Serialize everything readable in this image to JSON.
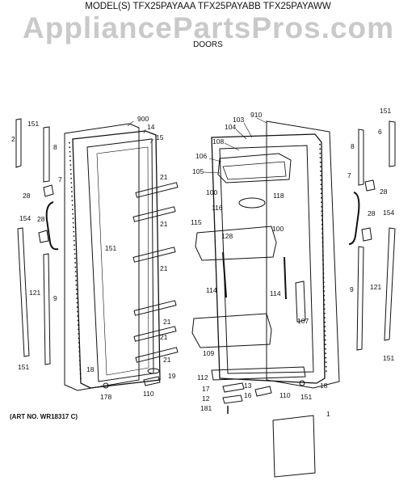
{
  "header": {
    "watermark": "AppliancePartsPros.com",
    "model_line": "MODEL(S) TFX25PAYAAA  TFX25PAYABB  TFX25PAYAWW",
    "subtitle": "DOORS"
  },
  "footer": {
    "art_number": "(ART NO. WR18317 C)"
  },
  "callouts": [
    {
      "id": "c-2",
      "text": "2"
    },
    {
      "id": "c-151a",
      "text": "151"
    },
    {
      "id": "c-8a",
      "text": "8"
    },
    {
      "id": "c-900",
      "text": "900"
    },
    {
      "id": "c-14",
      "text": "14"
    },
    {
      "id": "c-15",
      "text": "15"
    },
    {
      "id": "c-7a",
      "text": "7"
    },
    {
      "id": "c-28a",
      "text": "28"
    },
    {
      "id": "c-21a",
      "text": "21"
    },
    {
      "id": "c-21b",
      "text": "21"
    },
    {
      "id": "c-154a",
      "text": "154"
    },
    {
      "id": "c-28b",
      "text": "28"
    },
    {
      "id": "c-151b",
      "text": "151"
    },
    {
      "id": "c-21c",
      "text": "21"
    },
    {
      "id": "c-121a",
      "text": "121"
    },
    {
      "id": "c-9a",
      "text": "9"
    },
    {
      "id": "c-21d",
      "text": "21"
    },
    {
      "id": "c-21e",
      "text": "21"
    },
    {
      "id": "c-21f",
      "text": "21"
    },
    {
      "id": "c-151c",
      "text": "151"
    },
    {
      "id": "c-18a",
      "text": "18"
    },
    {
      "id": "c-19",
      "text": "19"
    },
    {
      "id": "c-178",
      "text": "178"
    },
    {
      "id": "c-110a",
      "text": "110"
    },
    {
      "id": "c-103",
      "text": "103"
    },
    {
      "id": "c-910",
      "text": "910"
    },
    {
      "id": "c-104",
      "text": "104"
    },
    {
      "id": "c-108",
      "text": "108"
    },
    {
      "id": "c-106",
      "text": "106"
    },
    {
      "id": "c-105",
      "text": "105"
    },
    {
      "id": "c-100a",
      "text": "100"
    },
    {
      "id": "c-116",
      "text": "116"
    },
    {
      "id": "c-118",
      "text": "118"
    },
    {
      "id": "c-115",
      "text": "115"
    },
    {
      "id": "c-128",
      "text": "128"
    },
    {
      "id": "c-100b",
      "text": "100"
    },
    {
      "id": "c-114a",
      "text": "114"
    },
    {
      "id": "c-114b",
      "text": "114"
    },
    {
      "id": "c-107",
      "text": "107"
    },
    {
      "id": "c-109",
      "text": "109"
    },
    {
      "id": "c-112",
      "text": "112"
    },
    {
      "id": "c-17",
      "text": "17"
    },
    {
      "id": "c-13",
      "text": "13"
    },
    {
      "id": "c-12",
      "text": "12"
    },
    {
      "id": "c-16",
      "text": "16"
    },
    {
      "id": "c-110b",
      "text": "110"
    },
    {
      "id": "c-18b",
      "text": "18"
    },
    {
      "id": "c-151d",
      "text": "151"
    },
    {
      "id": "c-181",
      "text": "181"
    },
    {
      "id": "c-1",
      "text": "1"
    },
    {
      "id": "c-151e",
      "text": "151"
    },
    {
      "id": "c-6",
      "text": "6"
    },
    {
      "id": "c-8b",
      "text": "8"
    },
    {
      "id": "c-7b",
      "text": "7"
    },
    {
      "id": "c-28c",
      "text": "28"
    },
    {
      "id": "c-28d",
      "text": "28"
    },
    {
      "id": "c-154b",
      "text": "154"
    },
    {
      "id": "c-9b",
      "text": "9"
    },
    {
      "id": "c-121b",
      "text": "121"
    },
    {
      "id": "c-151f",
      "text": "151"
    }
  ]
}
